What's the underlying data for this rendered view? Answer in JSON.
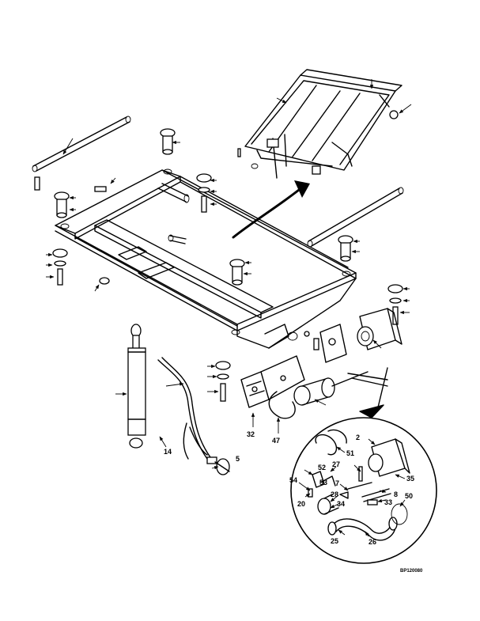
{
  "figure_code": "BP120080",
  "callouts": {
    "c2": "2",
    "c5": "5",
    "c7": "7",
    "c8": "8",
    "c14": "14",
    "c20": "20",
    "c25": "25",
    "c26": "26",
    "c27": "27",
    "c28": "28",
    "c32": "32",
    "c33": "33",
    "c34": "34",
    "c35": "35",
    "c47": "47",
    "c50": "50",
    "c51": "51",
    "c52": "52",
    "c53": "53",
    "c54": "54"
  }
}
